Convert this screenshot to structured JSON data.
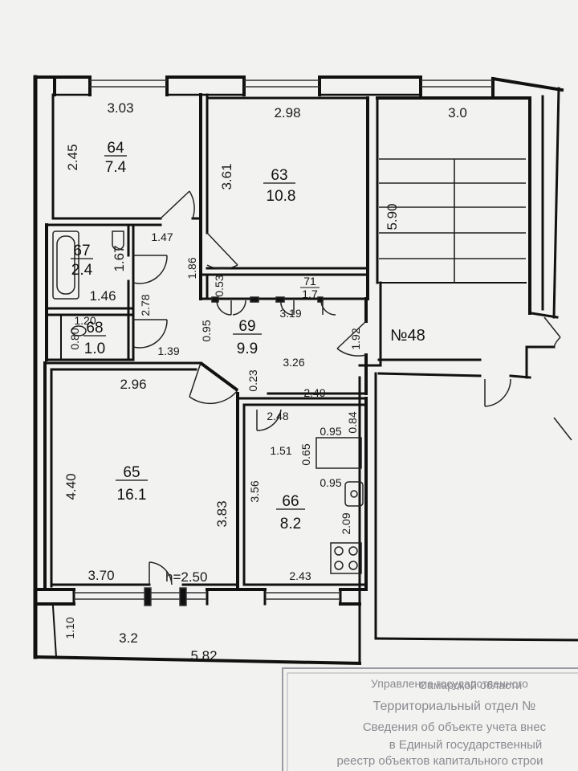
{
  "flat_number": "№48",
  "ceiling_height": "h=2.50",
  "rooms": [
    {
      "id": "r64",
      "number": "64",
      "area": "7.4"
    },
    {
      "id": "r63",
      "number": "63",
      "area": "10.8"
    },
    {
      "id": "r67",
      "number": "67",
      "area": "2.4"
    },
    {
      "id": "r68",
      "number": "68",
      "area": "1.0"
    },
    {
      "id": "r69",
      "number": "69",
      "area": "9.9"
    },
    {
      "id": "r71",
      "number": "71",
      "area": "1.7"
    },
    {
      "id": "r65",
      "number": "65",
      "area": "16.1"
    },
    {
      "id": "r66",
      "number": "66",
      "area": "8.2"
    }
  ],
  "dimensions": [
    "3.03",
    "2.45",
    "2.98",
    "3.61",
    "3.0",
    "5.90",
    "1.47",
    "1.67",
    "1.86",
    "1.46",
    "2.78",
    "0.53",
    "3.19",
    "1.20",
    "0.80",
    "1.39",
    "0.95",
    "3.26",
    "1.92",
    "0.23",
    "2.49",
    "2.96",
    "2.48",
    "0.95",
    "0.84",
    "1.51",
    "0.65",
    "0.95",
    "3.56",
    "2.09",
    "4.40",
    "3.83",
    "3.70",
    "2.43",
    "1.10",
    "3.2",
    "5.82"
  ],
  "stamp": {
    "line1": "Управление государственного",
    "line2": "Самарской области",
    "line3": "Территориальный отдел №",
    "line4": "Сведения об объекте учета внес",
    "line5": "в Единый государственный",
    "line6": "реестр объектов капитального строи"
  }
}
